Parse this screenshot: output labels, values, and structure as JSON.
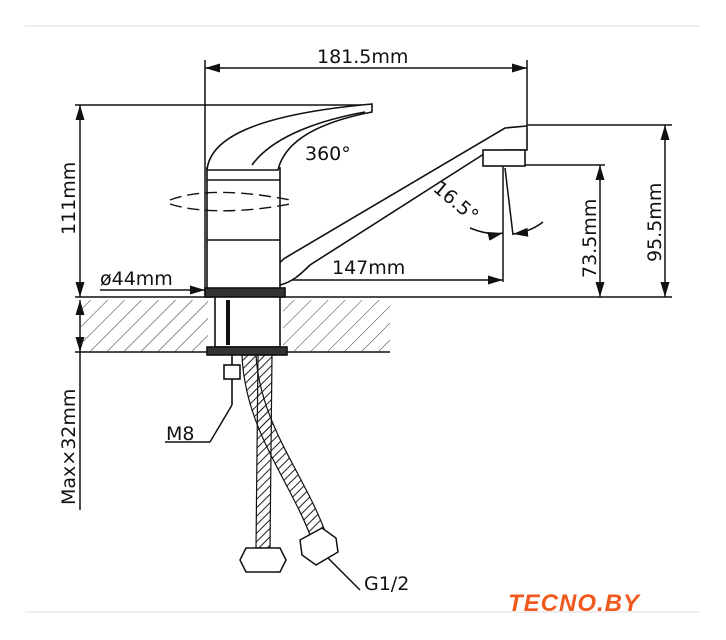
{
  "drawing": {
    "labels": {
      "overall_length": "181.5mm",
      "height": "111mm",
      "rotation": "360°",
      "spout_angle": "16.5°",
      "spout_reach": "147mm",
      "base_diameter": "ø44mm",
      "outlet_height": "73.5mm",
      "spout_height": "95.5mm",
      "counter_thickness": "Max×32mm",
      "stud": "M8",
      "hose_thread": "G1/2"
    }
  },
  "logo": {
    "text": "TECNO.BY",
    "color": "#f05a1e"
  }
}
